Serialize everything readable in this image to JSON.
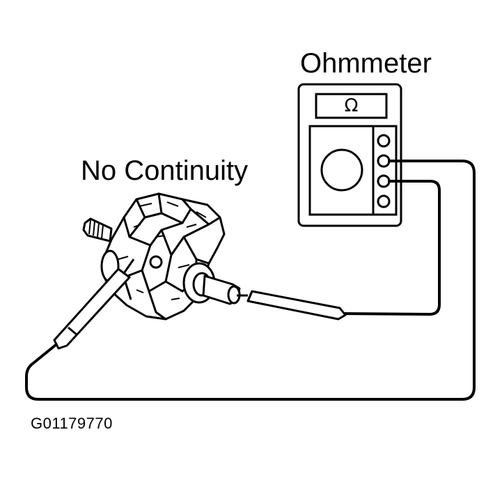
{
  "labels": {
    "ohmmeter": "Ohmmeter",
    "continuity": "No Continuity",
    "figure_id": "G01179770"
  },
  "meter": {
    "display_symbol": "Ω"
  },
  "colors": {
    "ink": "#000000",
    "background": "#ffffff"
  },
  "icons": {
    "meter": "ohmmeter-icon",
    "rotor": "alternator-rotor-icon",
    "probe": "test-probe-icon"
  }
}
